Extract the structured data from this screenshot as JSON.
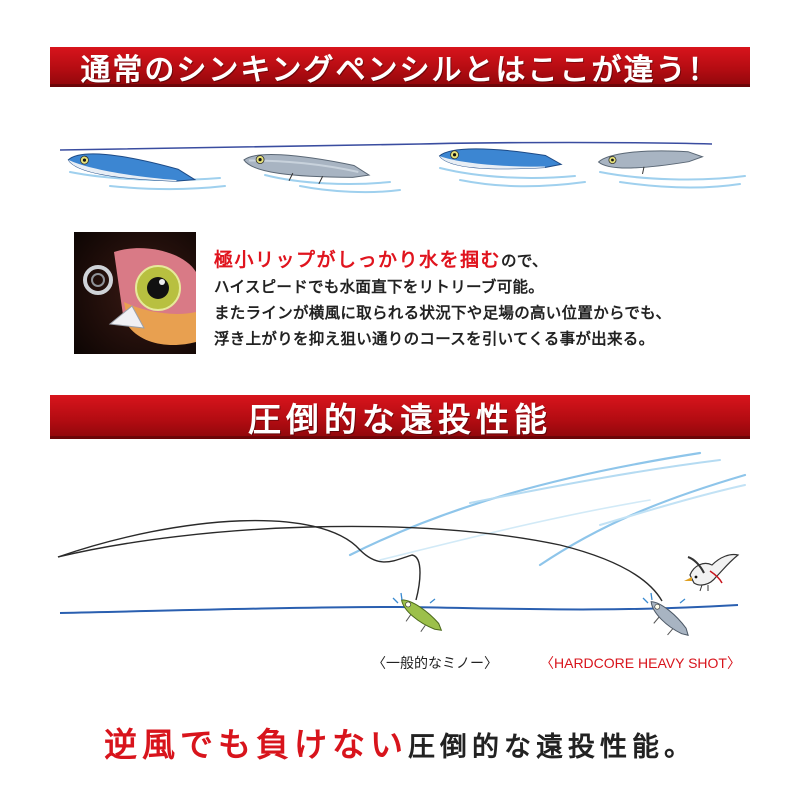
{
  "banner_top": {
    "title": "通常のシンキングペンシルとはここが違う！"
  },
  "description": {
    "highlight": "極小リップがしっかり水を掴む",
    "highlight_suffix": "ので、",
    "line2": "ハイスピードでも水面直下をリトリーブ可能。",
    "line3": "またラインが横風に取られる状況下や足場の高い位置からでも、",
    "line4": "浮き上がりを抑え狙い通りのコースを引いてくる事が出来る。"
  },
  "banner_mid": {
    "title": "圧倒的な遠投性能"
  },
  "labels": {
    "general": "〈一般的なミノー〉",
    "hardcore": "〈HARDCORE HEAVY SHOT〉"
  },
  "tagline": {
    "red": "逆風でも負けない",
    "black": "圧倒的な遠投性能。"
  },
  "colors": {
    "banner_red": "#c8121a",
    "accent_red": "#e0141e",
    "water_blue": "#2a5fb0",
    "wind_blue": "#8ec5ea",
    "lure_blue": "#3c86d2"
  }
}
